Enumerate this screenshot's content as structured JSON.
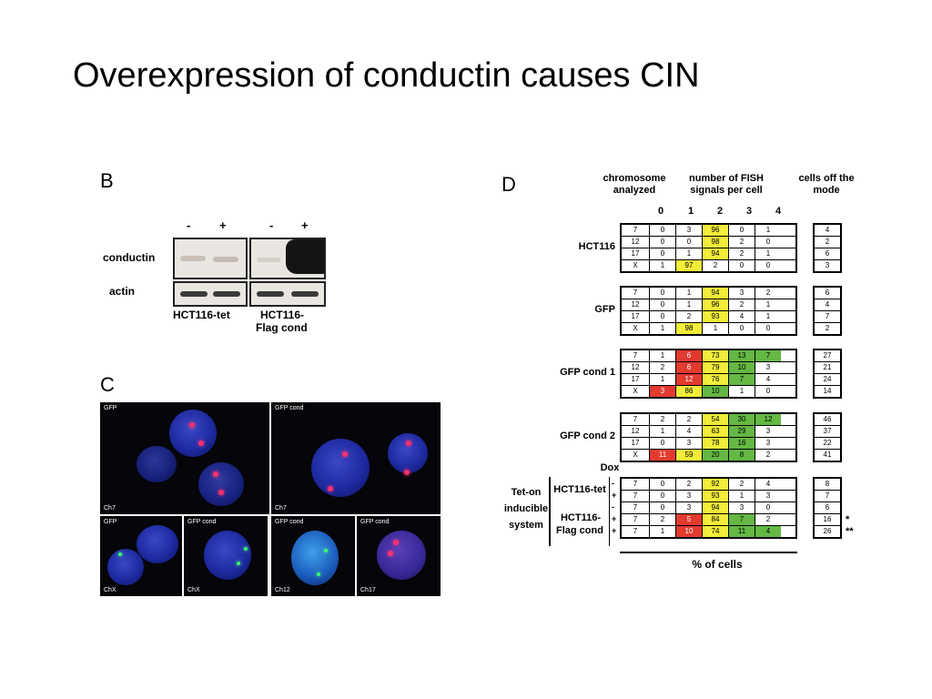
{
  "slide": {
    "title": "Overexpression of conductin causes CIN"
  },
  "panel_b": {
    "letter": "B",
    "signs": [
      "-",
      "+",
      "-",
      "+"
    ],
    "row_labels": [
      "conductin",
      "actin"
    ],
    "lane_labels": [
      "HCT116-tet",
      "HCT116-",
      "Flag cond"
    ]
  },
  "panel_c": {
    "letter": "C",
    "images": [
      {
        "top_label": "GFP",
        "bottom_label": "Ch7"
      },
      {
        "top_label": "GFP cond",
        "bottom_label": "Ch7"
      },
      {
        "top_label": "GFP",
        "bottom_label": "ChX"
      },
      {
        "top_label": "GFP cond",
        "bottom_label": "ChX"
      },
      {
        "top_label": "GFP cond",
        "bottom_label": "Ch12"
      },
      {
        "top_label": "GFP cond",
        "bottom_label": "Ch17"
      }
    ]
  },
  "panel_d": {
    "letter": "D",
    "headers": {
      "chromosome": "chromosome analyzed",
      "fish": "number of FISH signals per cell",
      "cells": "cells off the mode",
      "signal_counts": [
        "0",
        "1",
        "2",
        "3",
        "4"
      ],
      "dox": "Dox",
      "xlabel": "% of cells"
    },
    "colors": {
      "yellow": "#f2ec3a",
      "red": "#e23a2e",
      "green": "#64b843"
    },
    "groups": [
      {
        "label": "HCT116",
        "rows": [
          {
            "chr": "7",
            "vals": [
              "0",
              "3",
              "96",
              "0",
              "1"
            ],
            "colors": [
              "",
              "",
              "y",
              "",
              ""
            ],
            "off": "4"
          },
          {
            "chr": "12",
            "vals": [
              "0",
              "0",
              "98",
              "2",
              "0"
            ],
            "colors": [
              "",
              "",
              "y",
              "",
              ""
            ],
            "off": "2"
          },
          {
            "chr": "17",
            "vals": [
              "0",
              "1",
              "94",
              "2",
              "1"
            ],
            "colors": [
              "",
              "",
              "y",
              "",
              ""
            ],
            "off": "6"
          },
          {
            "chr": "X",
            "vals": [
              "1",
              "97",
              "2",
              "0",
              "0"
            ],
            "colors": [
              "",
              "y",
              "",
              "",
              ""
            ],
            "off": "3"
          }
        ]
      },
      {
        "label": "GFP",
        "rows": [
          {
            "chr": "7",
            "vals": [
              "0",
              "1",
              "94",
              "3",
              "2"
            ],
            "colors": [
              "",
              "",
              "y",
              "",
              ""
            ],
            "off": "6"
          },
          {
            "chr": "12",
            "vals": [
              "0",
              "1",
              "96",
              "2",
              "1"
            ],
            "colors": [
              "",
              "",
              "y",
              "",
              ""
            ],
            "off": "4"
          },
          {
            "chr": "17",
            "vals": [
              "0",
              "2",
              "93",
              "4",
              "1"
            ],
            "colors": [
              "",
              "",
              "y",
              "",
              ""
            ],
            "off": "7"
          },
          {
            "chr": "X",
            "vals": [
              "1",
              "98",
              "1",
              "0",
              "0"
            ],
            "colors": [
              "",
              "y",
              "",
              "",
              ""
            ],
            "off": "2"
          }
        ]
      },
      {
        "label": "GFP cond 1",
        "rows": [
          {
            "chr": "7",
            "vals": [
              "1",
              "6",
              "73",
              "13",
              "7"
            ],
            "colors": [
              "",
              "r",
              "y",
              "g",
              "g"
            ],
            "off": "27"
          },
          {
            "chr": "12",
            "vals": [
              "2",
              "6",
              "79",
              "10",
              "3"
            ],
            "colors": [
              "",
              "r",
              "y",
              "g",
              ""
            ],
            "off": "21"
          },
          {
            "chr": "17",
            "vals": [
              "1",
              "12",
              "76",
              "7",
              "4"
            ],
            "colors": [
              "",
              "r",
              "y",
              "g",
              ""
            ],
            "off": "24"
          },
          {
            "chr": "X",
            "vals": [
              "3",
              "86",
              "10",
              "1",
              "0"
            ],
            "colors": [
              "r",
              "y",
              "g",
              "",
              ""
            ],
            "off": "14"
          }
        ]
      },
      {
        "label": "GFP cond 2",
        "rows": [
          {
            "chr": "7",
            "vals": [
              "2",
              "2",
              "54",
              "30",
              "12"
            ],
            "colors": [
              "",
              "",
              "y",
              "g",
              "g"
            ],
            "off": "46"
          },
          {
            "chr": "12",
            "vals": [
              "1",
              "4",
              "63",
              "29",
              "3"
            ],
            "colors": [
              "",
              "",
              "y",
              "g",
              ""
            ],
            "off": "37"
          },
          {
            "chr": "17",
            "vals": [
              "0",
              "3",
              "78",
              "16",
              "3"
            ],
            "colors": [
              "",
              "",
              "y",
              "g",
              ""
            ],
            "off": "22"
          },
          {
            "chr": "X",
            "vals": [
              "11",
              "59",
              "20",
              "8",
              "2"
            ],
            "colors": [
              "r",
              "y",
              "g",
              "g",
              ""
            ],
            "off": "41"
          }
        ]
      }
    ],
    "teton": {
      "system_label": [
        "Tet-on",
        "inducible",
        "system"
      ],
      "sub_labels": [
        "HCT116-tet",
        "HCT116-",
        "Flag cond"
      ],
      "rows": [
        {
          "dox": "-",
          "chr": "7",
          "vals": [
            "0",
            "2",
            "92",
            "2",
            "4"
          ],
          "colors": [
            "",
            "",
            "y",
            "",
            ""
          ],
          "off": "8",
          "mark": ""
        },
        {
          "dox": "+",
          "chr": "7",
          "vals": [
            "0",
            "3",
            "93",
            "1",
            "3"
          ],
          "colors": [
            "",
            "",
            "y",
            "",
            ""
          ],
          "off": "7",
          "mark": ""
        },
        {
          "dox": "-",
          "chr": "7",
          "vals": [
            "0",
            "3",
            "94",
            "3",
            "0"
          ],
          "colors": [
            "",
            "",
            "y",
            "",
            ""
          ],
          "off": "6",
          "mark": ""
        },
        {
          "dox": "+",
          "chr": "7",
          "vals": [
            "2",
            "5",
            "84",
            "7",
            "2"
          ],
          "colors": [
            "",
            "r",
            "y",
            "g",
            ""
          ],
          "off": "16",
          "mark": "*"
        },
        {
          "dox": "+",
          "chr": "7",
          "vals": [
            "1",
            "10",
            "74",
            "11",
            "4"
          ],
          "colors": [
            "",
            "r",
            "y",
            "g",
            "g"
          ],
          "off": "26",
          "mark": "**"
        }
      ]
    }
  }
}
